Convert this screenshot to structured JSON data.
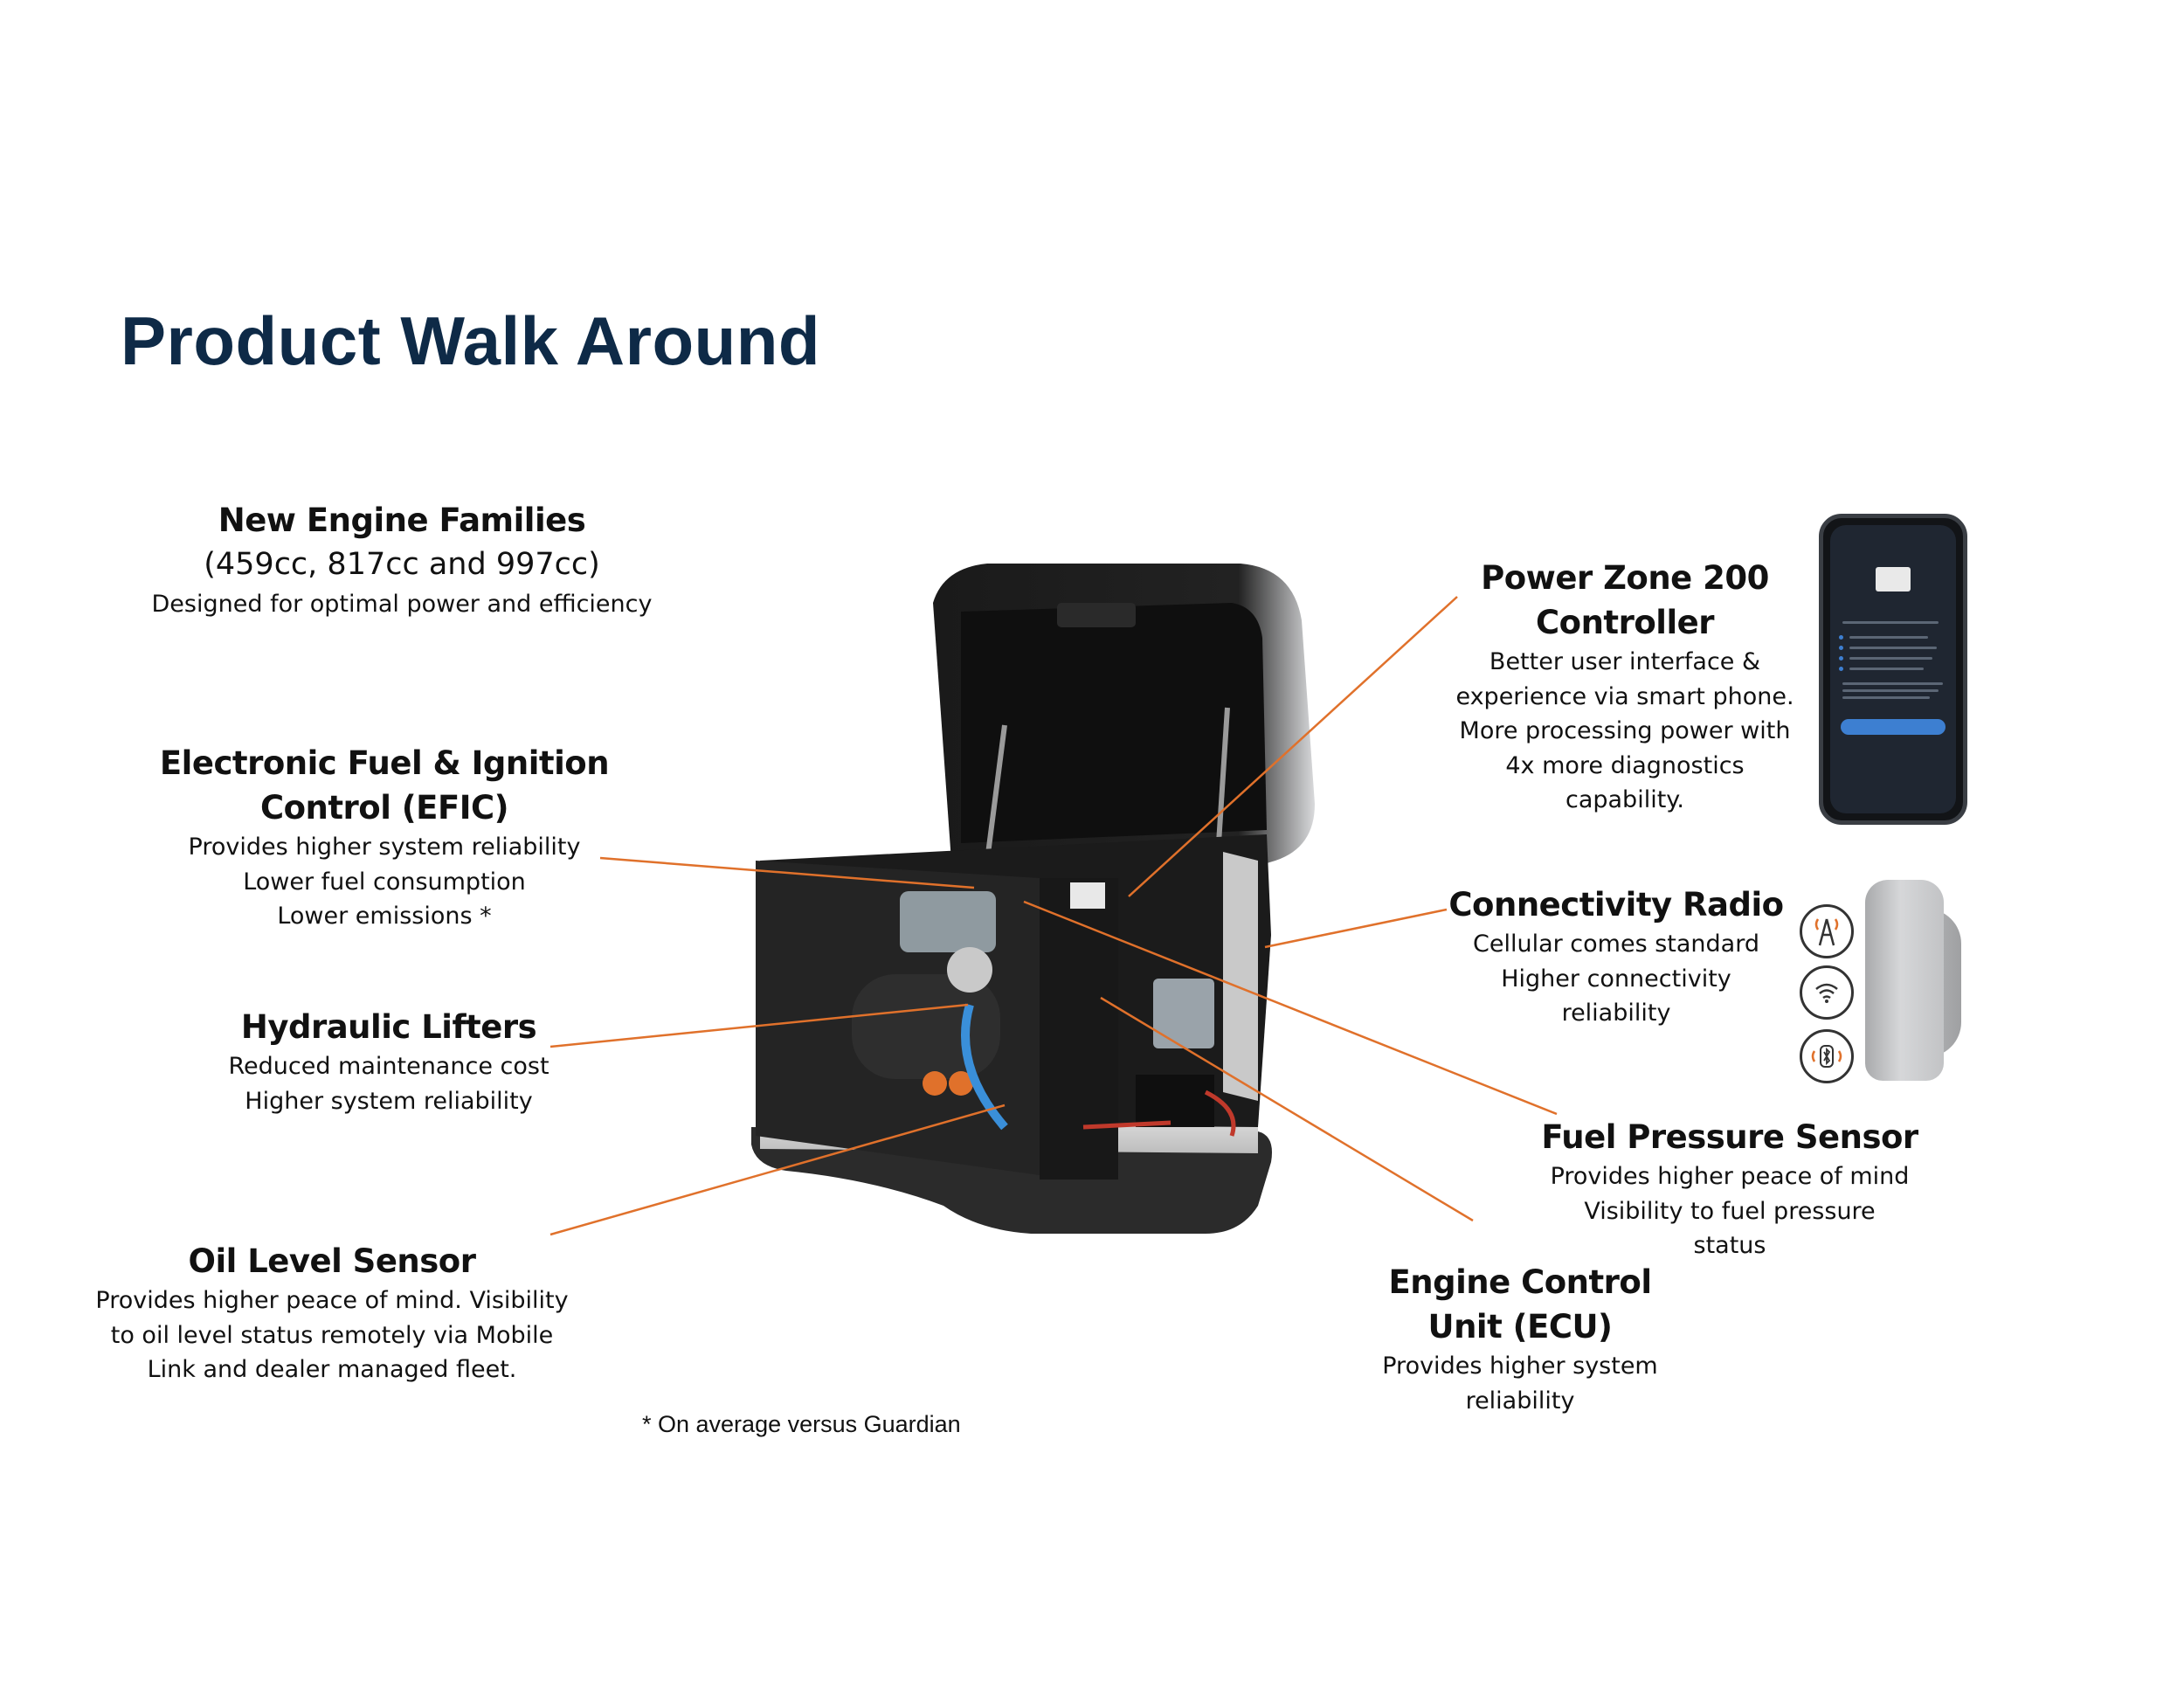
{
  "title": "Product Walk Around",
  "callouts": {
    "engine": {
      "heading": "New Engine Families",
      "sub": "(459cc, 817cc and 997cc)",
      "lines": [
        "Designed for optimal power and efficiency"
      ]
    },
    "efic": {
      "heading_1": "Electronic Fuel & Ignition",
      "heading_2": "Control (EFIC)",
      "lines": [
        "Provides higher system reliability",
        "Lower fuel consumption",
        "Lower emissions *"
      ]
    },
    "lifters": {
      "heading": "Hydraulic Lifters",
      "lines": [
        "Reduced maintenance cost",
        "Higher system reliability"
      ]
    },
    "oil": {
      "heading": "Oil Level Sensor",
      "lines": [
        "Provides higher peace of mind. Visibility",
        "to oil level status remotely via Mobile",
        "Link and dealer managed fleet."
      ]
    },
    "controller": {
      "heading_1": "Power Zone 200",
      "heading_2": "Controller",
      "lines": [
        "Better user interface &",
        "experience via smart phone.",
        "More processing power with",
        "4x more diagnostics",
        "capability."
      ]
    },
    "radio": {
      "heading": "Connectivity Radio",
      "lines": [
        "Cellular comes standard",
        "Higher connectivity",
        "reliability"
      ]
    },
    "fuel_sensor": {
      "heading": "Fuel Pressure Sensor",
      "lines": [
        "Provides higher peace of mind",
        "Visibility to fuel pressure",
        "status"
      ]
    },
    "ecu": {
      "heading_1": "Engine Control",
      "heading_2": "Unit (ECU)",
      "lines": [
        "Provides higher system",
        "reliability"
      ]
    }
  },
  "footnote": "* On average versus Guardian",
  "colors": {
    "title": "#0e2a47",
    "leader": "#e0712b"
  },
  "icons": [
    "cell-tower-icon",
    "wifi-icon",
    "bluetooth-icon"
  ]
}
